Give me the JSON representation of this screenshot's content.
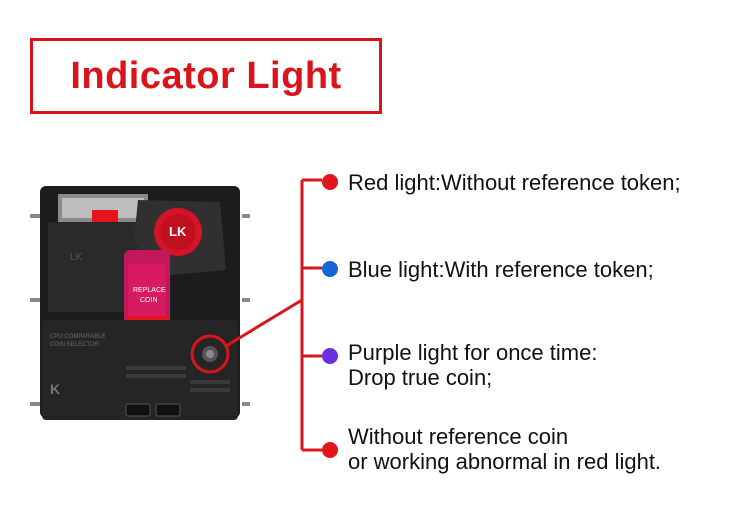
{
  "title": "Indicator Light",
  "device": {
    "replace_coin_label": "REPLACE COIN",
    "panel_text": "CPU COMPARABLE COIN SELECTOR",
    "logo": "LK"
  },
  "colors": {
    "accent": "#d9141b",
    "red_dot": "#e3141b",
    "blue_dot": "#1565d8",
    "purple_dot": "#6a2fe0"
  },
  "indicators": [
    {
      "color_name": "red",
      "color": "#e3141b",
      "lines": [
        "Red light:Without reference token;"
      ]
    },
    {
      "color_name": "blue",
      "color": "#1565d8",
      "lines": [
        "Blue light:With reference token;"
      ]
    },
    {
      "color_name": "purple",
      "color": "#6a2fe0",
      "lines": [
        "Purple light for once time:",
        "Drop true coin;"
      ]
    },
    {
      "color_name": "red",
      "color": "#e3141b",
      "lines": [
        "Without reference coin",
        "or working abnormal in red light."
      ]
    }
  ]
}
